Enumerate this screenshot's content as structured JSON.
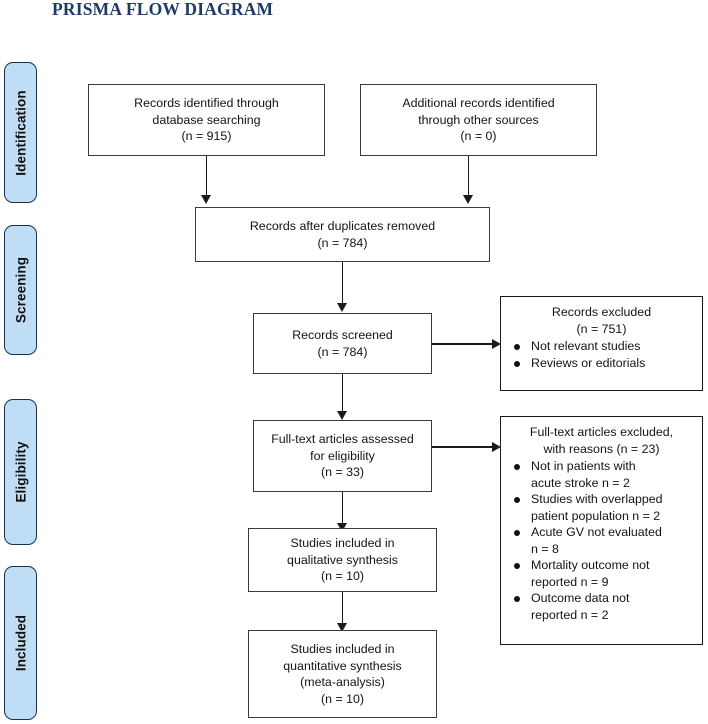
{
  "page": {
    "title": "PRISMA FLOW DIAGRAM",
    "accent_color": "#1f3a66",
    "tab_fill_color": "#bfdef5",
    "tab_border_color": "#16324f",
    "box_border_color": "#3b3b3b"
  },
  "stages": [
    {
      "label": "Identification"
    },
    {
      "label": "Screening"
    },
    {
      "label": "Eligibility"
    },
    {
      "label": "Included"
    }
  ],
  "boxes": {
    "identified_database": "Records identified through\ndatabase searching\n(n = 915)",
    "identified_other": "Additional records identified\nthrough other sources\n(n = 0)",
    "duplicates_removed": "Records after duplicates removed\n(n = 784)",
    "records_screened": "Records screened\n(n = 784)",
    "fulltext_assessed": "Full-text articles assessed\nfor eligibility\n(n = 33)",
    "qualitative_synthesis": "Studies included in\nqualitative synthesis\n(n = 10)",
    "quantitative_synthesis": "Studies included in\nquantitative synthesis\n(meta-analysis)\n(n = 10)"
  },
  "records_excluded": {
    "heading": "Records excluded\n(n = 751)",
    "items": [
      "Not relevant studies",
      "Reviews or editorials"
    ]
  },
  "fulltext_excluded": {
    "heading": "Full-text articles excluded,\nwith reasons (n = 23)",
    "items": [
      "Not in patients with\nacute stroke n = 2",
      "Studies with overlapped\npatient population n = 2",
      "Acute GV not evaluated\nn = 8",
      "Mortality outcome not\nreported n = 9",
      "Outcome data not\nreported n = 2"
    ]
  }
}
